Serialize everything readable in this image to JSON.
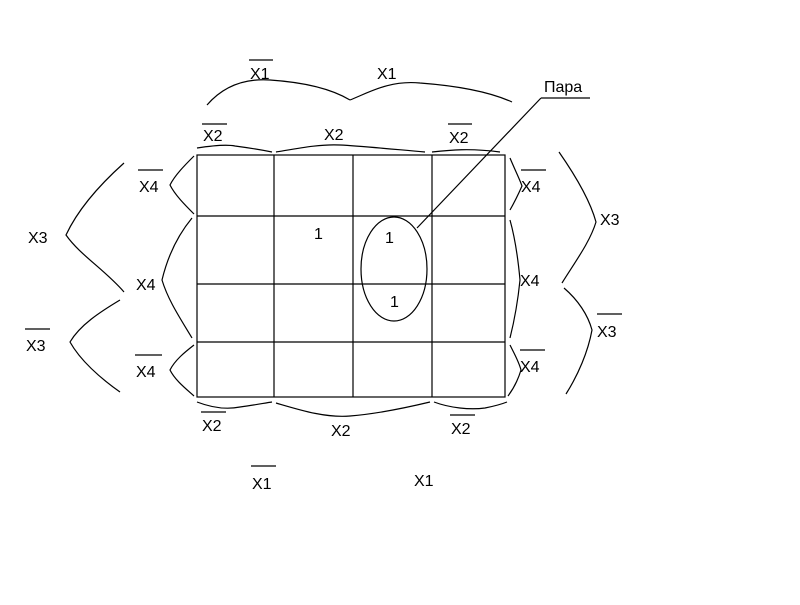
{
  "labels": {
    "x1_bar_top": "X1",
    "x1_top": "X1",
    "pair": "Пара",
    "x2_bar_top_left": "X2",
    "x2_top": "X2",
    "x2_bar_top_right": "X2",
    "x4_bar_left_top": "X4",
    "x4_left": "X4",
    "x4_bar_left_bottom": "X4",
    "x3_left": "X3",
    "x3_bar_left": "X3",
    "x4_bar_right_top": "X4",
    "x4_right": "X4",
    "x4_bar_right_bottom": "X4",
    "x3_right": "X3",
    "x3_bar_right": "X3",
    "x2_bar_bottom_left": "X2",
    "x2_bottom": "X2",
    "x2_bar_bottom_right": "X2",
    "x1_bar_bottom": "X1",
    "x1_bottom": "X1"
  },
  "cells": {
    "r2c2": "1",
    "r2c3": "1",
    "r3c3": "1"
  }
}
